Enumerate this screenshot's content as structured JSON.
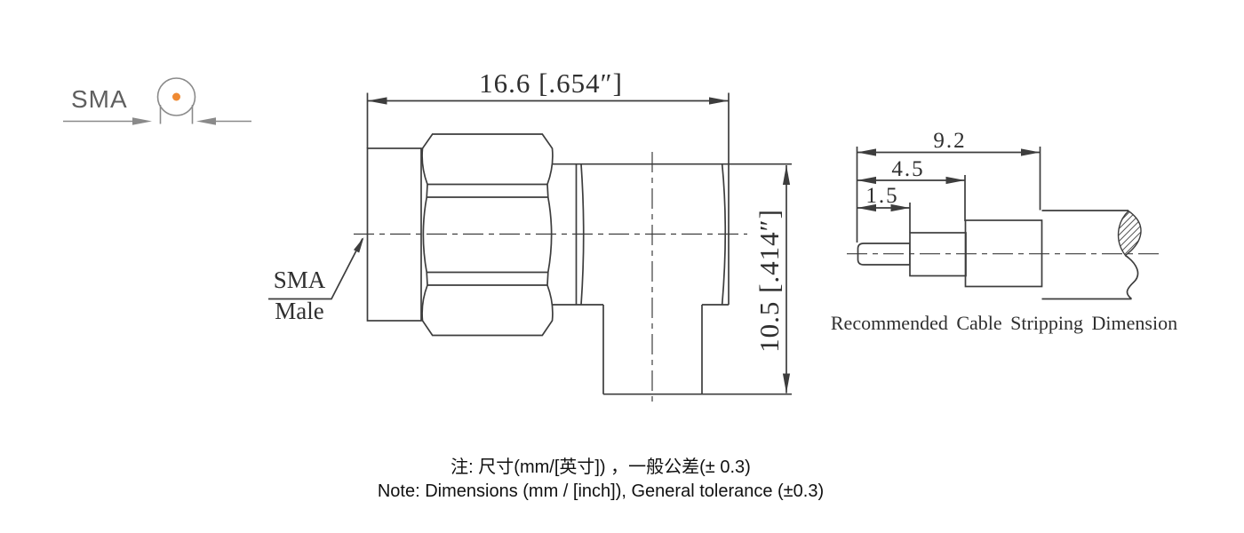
{
  "front_view": {
    "label": "SMA"
  },
  "main_view": {
    "width_dim": "16.6 [.654″]",
    "height_dim": "10.5 [.414″]",
    "part_label_line1": "SMA",
    "part_label_line2": "Male"
  },
  "stripping_view": {
    "dim_total": "9.2",
    "dim_mid": "4.5",
    "dim_inner": "1.5",
    "caption": "Recommended Cable Stripping Dimension"
  },
  "notes": {
    "zh": "注: 尺寸(mm/[英寸]) ，一般公差(± 0.3)",
    "en": "Note: Dimensions (mm / [inch]), General tolerance (±0.3)"
  },
  "colors": {
    "line": "#3d3d3d",
    "front_line": "#8a8a8a",
    "accent_dot": "#ef8a33",
    "dim_text": "#2f2f2f",
    "note_text": "#111111"
  }
}
